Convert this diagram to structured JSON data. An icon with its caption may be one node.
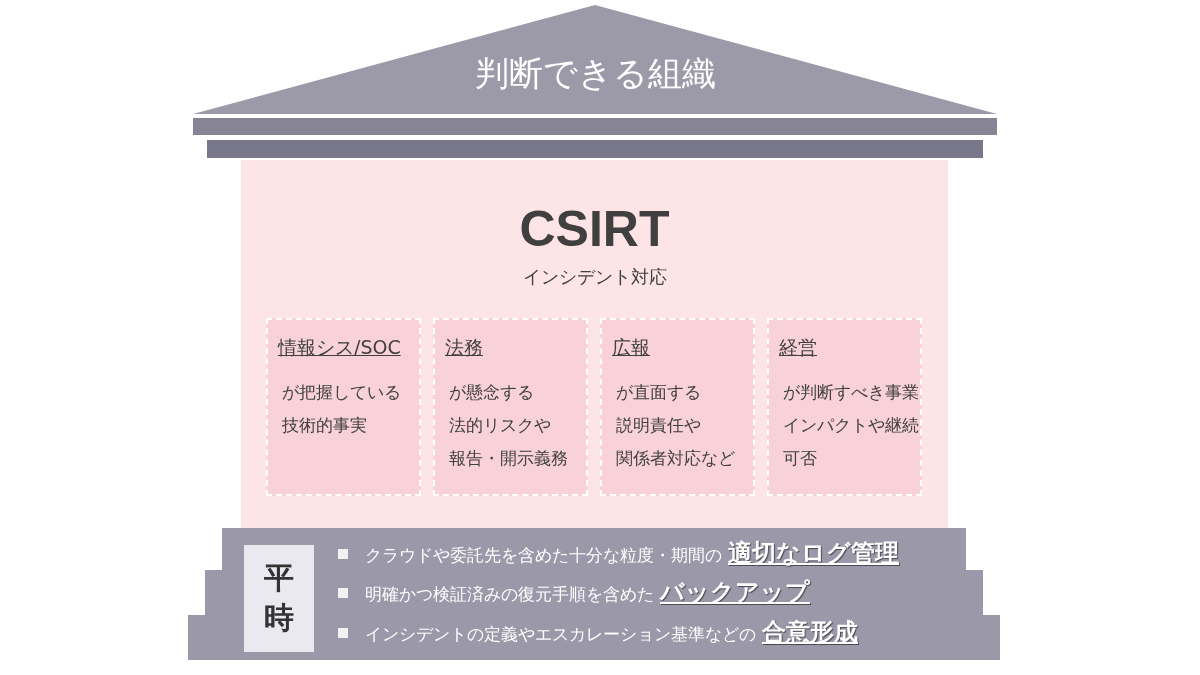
{
  "diagram": {
    "nodes": [
      {
        "text": [
          "判断できる組織"
        ]
      },
      {
        "text": [],
        "shape": "bar"
      },
      {
        "text": [],
        "shape": "bar"
      },
      {
        "text": [
          "CSIRT",
          "インシデント対応"
        ]
      },
      {
        "text": [
          "情報シス/SOC",
          "が把握している技術的事実"
        ],
        "in": 3
      },
      {
        "text": [
          "法務",
          "が懸念する法的リスクや報告・開示義務"
        ],
        "in": 3
      },
      {
        "text": [
          "広報",
          "が直面する説明責任や関係者対応など"
        ],
        "in": 3
      },
      {
        "text": [
          "経営",
          "が判断すべき事業インパクトや継続可否"
        ],
        "in": 3
      },
      {
        "text": [
          "クラウドや委託先を含めた十分な粒度・期間の**適切なログ管理**",
          "明確かつ検証済みの復元手順を含めた**バックアップ**",
          "インシデントの定義やエスカレーション基準などの**合意形成**"
        ]
      },
      {
        "text": [
          "平時"
        ],
        "in": 8
      }
    ]
  }
}
